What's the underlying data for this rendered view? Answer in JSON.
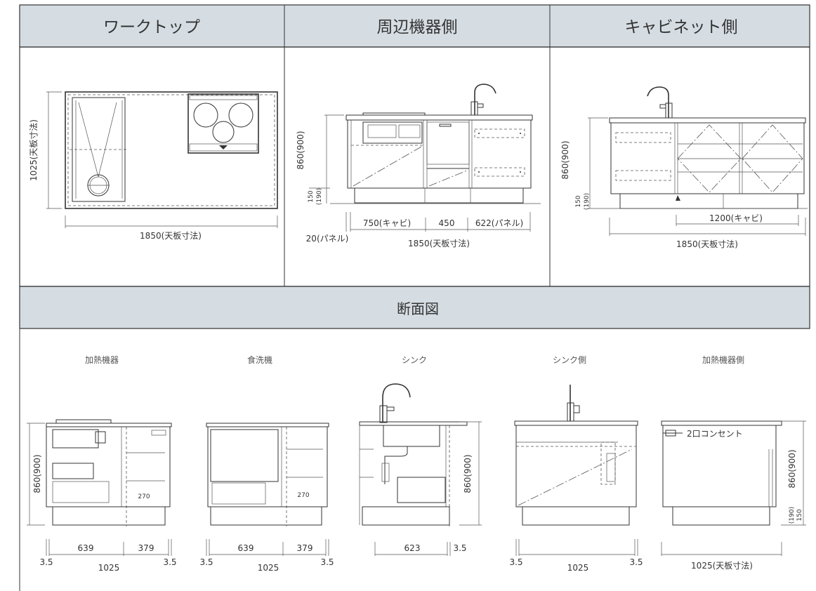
{
  "panels": {
    "worktop": "ワークトップ",
    "appliance_side": "周辺機器側",
    "cabinet_side": "キャビネット側",
    "section": "断面図"
  },
  "worktop": {
    "depth_label": "1025(天板寸法)",
    "width_label": "1850(天板寸法)"
  },
  "appliance_side": {
    "height_label": "860(900)",
    "plinth_150": "150",
    "plinth_190": "(190)",
    "dim_cabinet": "750(キャビ)",
    "dim_450": "450",
    "dim_panel": "622(パネル)",
    "dim_panel_20": "20(パネル)",
    "width_label": "1850(天板寸法)"
  },
  "cabinet_side": {
    "height_label": "860(900)",
    "plinth_150": "150",
    "plinth_190": "(190)",
    "dim_cabinet": "1200(キャビ)",
    "width_label": "1850(天板寸法)"
  },
  "sections": [
    {
      "caption": "加熱機器",
      "height": "860(900)",
      "dims": [
        "639",
        "379"
      ],
      "edge_l": "3.5",
      "edge_r": "3.5",
      "total": "1025",
      "inner": "270"
    },
    {
      "caption": "食洗機",
      "dims": [
        "639",
        "379"
      ],
      "edge_l": "3.5",
      "edge_r": "3.5",
      "total": "1025",
      "inner": "270"
    },
    {
      "caption": "シンク",
      "height": "860(900)",
      "dims": [
        "623"
      ],
      "edge_r": "3.5"
    },
    {
      "caption": "シンク側",
      "edge_l": "3.5",
      "edge_r": "3.5",
      "total": "1025"
    },
    {
      "caption": "加熱機器側",
      "height": "860(900)",
      "plinth_190": "(190)",
      "plinth_150": "150",
      "outlet": "2口コンセント",
      "total": "1025(天板寸法)"
    }
  ]
}
